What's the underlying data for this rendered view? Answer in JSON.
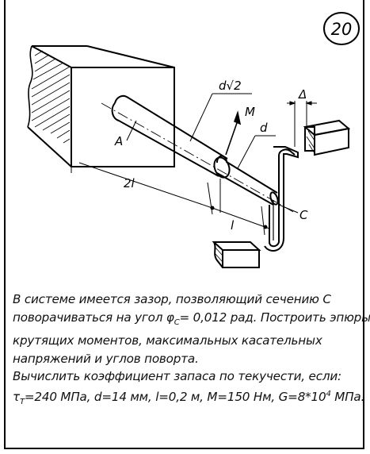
{
  "problem_number": "20",
  "figure": {
    "labels": {
      "diameter_large": "d√2",
      "diameter_small": "d",
      "moment": "M",
      "section_a": "A",
      "section_c": "C",
      "length_2l": "2l",
      "length_l": "l",
      "gap": "Δ"
    }
  },
  "text": {
    "line1": "В системе имеется зазор, позволяющий сечению С",
    "line2_a": "поворачиваться на угол φ",
    "line2_sub": "С",
    "line2_b": "= 0,012 рад. Построить эпюры",
    "line3": "крутящих моментов, максимальных касательных",
    "line4": "напряжений и углов поворта.",
    "line5": "Вычислить коэффициент запаса по текучести, если:",
    "line6_a": "τ",
    "line6_sub": "Т",
    "line6_b": "=240 МПа, d=14 мм, l=0,2 м, М=150 Нм, G=8*10",
    "line6_sup": "4",
    "line6_c": " МПа."
  }
}
